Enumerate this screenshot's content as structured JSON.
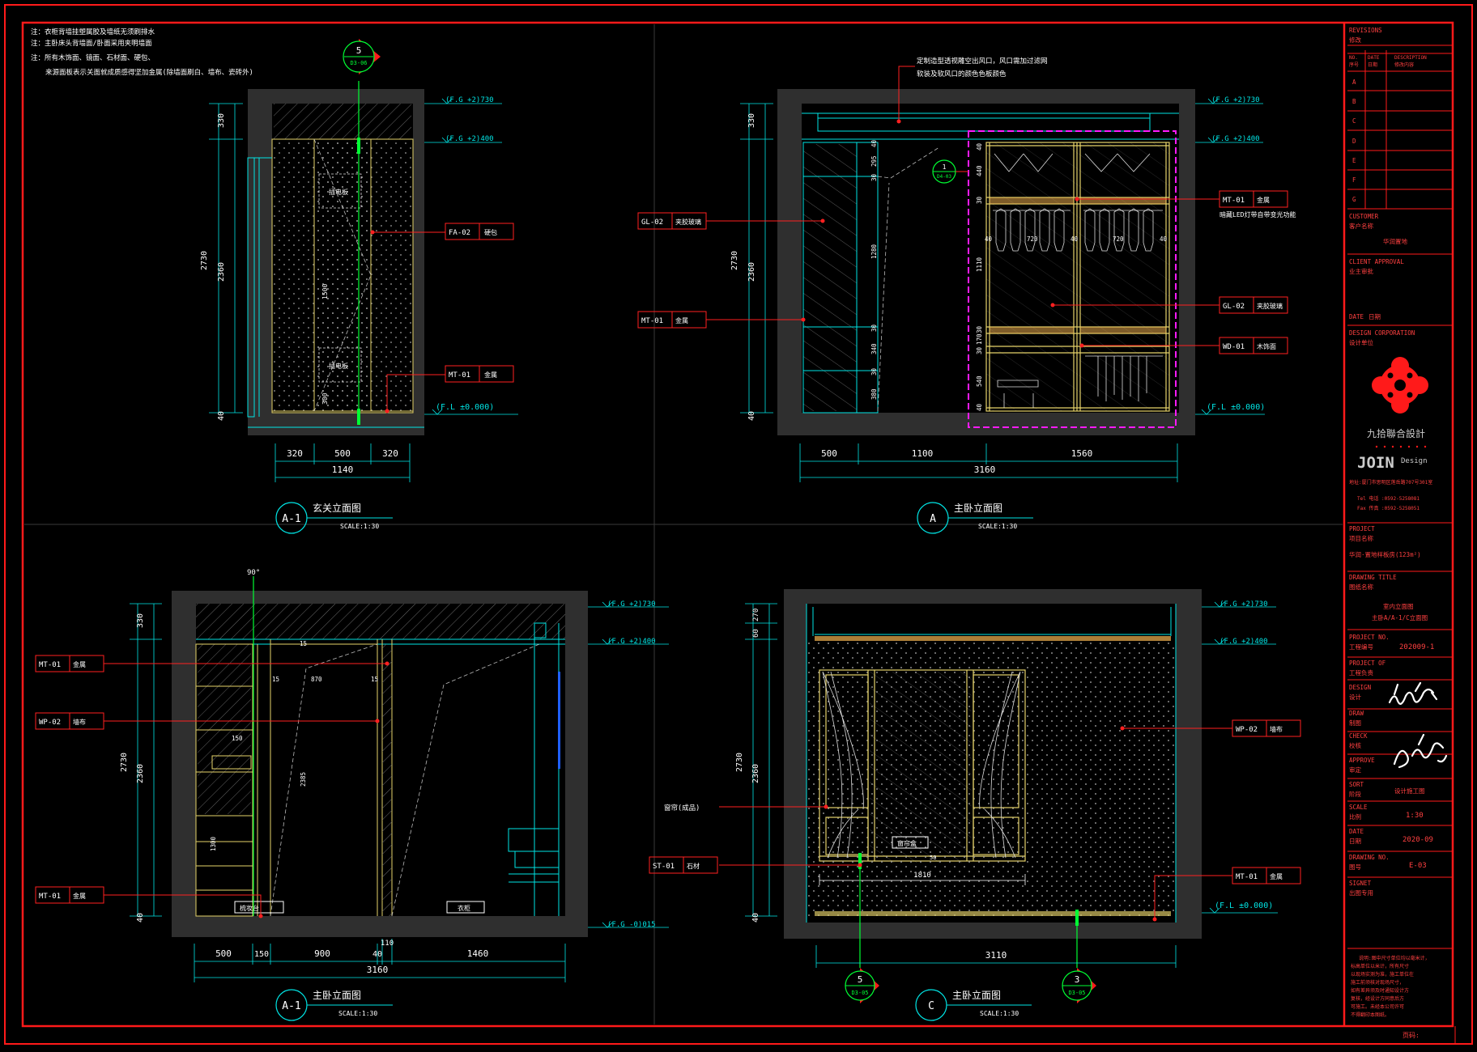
{
  "notes": [
    "注：衣柜背墙挂塑属胶及墙纸无须刷排水",
    "注：主卧床头背墙面/卧面采用夹明墙面",
    "注：所有木饰面、镜面、石材面、硬包、",
    "来源面板表示关面就成质感得坚加金属(除墙面刷白、墙布、瓷砖外)"
  ],
  "colors": {
    "frame": "#ff1a1a",
    "dim": "#00e5e5",
    "wall": "#2f2f2f",
    "cabinet": "#e6d36a",
    "highlight": "#ff1aff",
    "section": "#00ff33",
    "leader": "#ff2020",
    "white": "#ffffff"
  },
  "levels": {
    "fg_2730": "(F.G  +2)730",
    "fg_2400": "(F.G  +2)400",
    "fl_0": "(F.L  ±0.000)",
    "fg_neg": "(F.G  -0)015"
  },
  "view1": {
    "title": "玄关立面图",
    "code": "A-1",
    "scale": "SCALE:1:30",
    "section_no": "5",
    "section_ref": "D3-06",
    "dims_left": [
      "330",
      "2730",
      "2360",
      "40"
    ],
    "dims_bottom": [
      "320",
      "500",
      "320"
    ],
    "total": "1140",
    "inner_dims": [
      "1500",
      "300"
    ],
    "box_labels": [
      "插电板",
      "插电板"
    ],
    "labels": [
      {
        "code": "FA-02",
        "text": "硬包"
      },
      {
        "code": "MT-01",
        "text": "金属"
      }
    ]
  },
  "view2": {
    "title": "主卧立面图",
    "code": "A",
    "scale": "SCALE:1:30",
    "note_lines": [
      "定制造型透视雕空出风口，风口需加过滤网",
      "软装及软风口的颜色色板颜色"
    ],
    "section_no": "1",
    "section_ref": "D4-03",
    "dims_left": [
      "330",
      "2730",
      "2360",
      "40"
    ],
    "inner_v": [
      "40",
      "295",
      "30",
      "1280",
      "30",
      "340",
      "30",
      "380"
    ],
    "wardrobe_v": [
      "40",
      "440",
      "30",
      "1110",
      "30",
      "170",
      "30",
      "540",
      "40"
    ],
    "wardrobe_h": [
      "40",
      "720",
      "40",
      "720",
      "40"
    ],
    "dims_bottom": [
      "500",
      "1100",
      "1560"
    ],
    "total": "3160",
    "labels_left": [
      {
        "code": "GL-02",
        "text": "夹胶玻璃"
      },
      {
        "code": "MT-01",
        "text": "金属"
      }
    ],
    "labels_right": [
      {
        "code": "MT-01",
        "text": "金属"
      },
      {
        "code": "GL-02",
        "text": "夹胶玻璃"
      },
      {
        "code": "WD-01",
        "text": "木饰面"
      }
    ],
    "led_note": "暗藏LED灯带自带变光功能"
  },
  "view3": {
    "title": "主卧立面图",
    "code": "A-1",
    "scale": "SCALE:1:30",
    "angle": "90°",
    "dims_left": [
      "330",
      "2730",
      "2360",
      "40"
    ],
    "dims_bottom": [
      "500",
      "150",
      "900",
      "40",
      "1460"
    ],
    "dim_110": "110",
    "total": "3160",
    "inner": [
      "870",
      "15",
      "15",
      "15",
      "150",
      "2385",
      "1300"
    ],
    "box_labels": [
      "梳妆台",
      "衣柜"
    ],
    "labels": [
      {
        "code": "MT-01",
        "text": "金属"
      },
      {
        "code": "WP-02",
        "text": "墙布"
      },
      {
        "code": "MT-01",
        "text": "金属"
      }
    ]
  },
  "view4": {
    "title": "主卧立面图",
    "code": "C",
    "scale": "SCALE:1:30",
    "dims_left": [
      "270",
      "60",
      "2730",
      "2360",
      "40"
    ],
    "inner": [
      "1810",
      "50"
    ],
    "box_label": "窗帘盒",
    "total": "3110",
    "sections": [
      {
        "no": "5",
        "ref": "D3-05"
      },
      {
        "no": "3",
        "ref": "D3-05"
      }
    ],
    "labels_left": [
      {
        "code": "",
        "text": "窗帘(成品)"
      },
      {
        "code": "ST-01",
        "text": "石材"
      }
    ],
    "labels_right": [
      {
        "code": "WP-02",
        "text": "墙布"
      },
      {
        "code": "MT-01",
        "text": "金属"
      }
    ]
  },
  "titleblock": {
    "revisions": "REVISIONS",
    "revisions_cn": "修改",
    "rev_cols": [
      "NO.",
      "DATE",
      "DESCRIPTION"
    ],
    "rev_cols_cn": [
      "序号",
      "日期",
      "修改内容"
    ],
    "rev_rows": [
      "A",
      "B",
      "C",
      "D",
      "E",
      "F",
      "G"
    ],
    "customer": "CUSTOMER",
    "customer_cn": "客户名称",
    "customer_val": "华润置地",
    "client_approval": "CLIENT APPROVAL",
    "client_approval_cn": "业主审批",
    "date_label": "DATE",
    "date_label_cn": "日期",
    "design_corp": "DESIGN CORPORATION",
    "design_corp_cn": "设计单位",
    "logo_cn": "九拾聯合設計",
    "logo_en": "JOIN",
    "logo_en_small": "Design",
    "address": "地址:厦门市思明区莲岳路707号301室",
    "tel": "Tel 电话 :0592-5258081",
    "fax": "Fax 传真 :0592-5258051",
    "project": "PROJECT",
    "project_cn": "项目名称",
    "project_val": "华润·置地样板房(123m²)",
    "drawing_title": "DRAWING TITLE",
    "drawing_title_cn": "图纸名称",
    "drawing_title_val1": "室内立面图",
    "drawing_title_val2": "主卧A/A-1/C立面图",
    "project_no": "PROJECT NO.",
    "project_no_cn": "工程编号",
    "project_no_val": "202009-1",
    "project_of": "PROJECT OF",
    "project_of_cn": "工程负责",
    "design": "DESIGN",
    "design_cn": "设计",
    "draw": "DRAW",
    "draw_cn": "制图",
    "check": "CHECK",
    "check_cn": "校核",
    "approve": "APPROVE",
    "approve_cn": "审定",
    "sort": "SORT",
    "sort_cn": "阶段",
    "sort_val": "设计施工图",
    "scale": "SCALE",
    "scale_cn": "比例",
    "scale_val": "1:30",
    "date": "DATE",
    "date_cn": "日期",
    "date_val": "2020-09",
    "drawing_no": "DRAWING NO.",
    "drawing_no_cn": "图号",
    "drawing_no_val": "E-03",
    "signet": "SIGNET",
    "signet_cn": "出图专用",
    "footer_notes": [
      "说明:图中尺寸单位均以毫米计，",
      "标高单位以米计，所有尺寸",
      "以现场实测为准，施工单位在",
      "施工前须核对现场尺寸，",
      "如有差异须及时通知设计方",
      "复核，经设计方同意后方",
      "可施工。未经本公司许可",
      "不得翻印本图纸。"
    ],
    "page": "页码:"
  }
}
